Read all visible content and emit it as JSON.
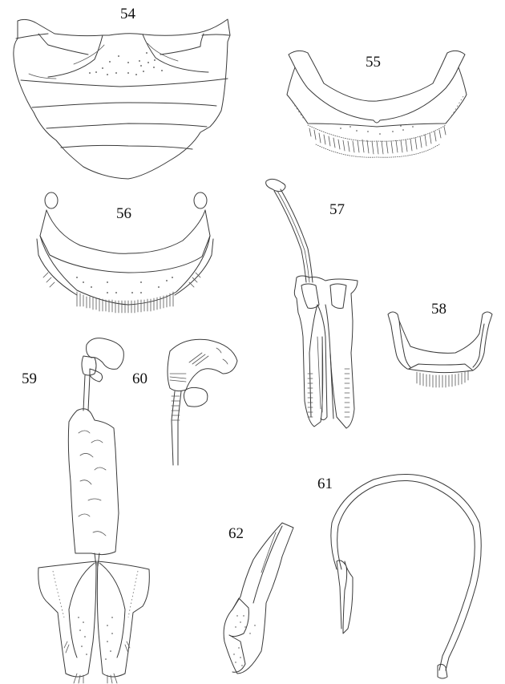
{
  "plate": {
    "figures": [
      {
        "id": "54",
        "label": "54",
        "subject": "abdominal sternites (ventral view)"
      },
      {
        "id": "55",
        "label": "55",
        "subject": "sternite with setal fringe"
      },
      {
        "id": "56",
        "label": "56",
        "subject": "sternite with setal fringe"
      },
      {
        "id": "57",
        "label": "57",
        "subject": "aedeagus with elongate apodeme"
      },
      {
        "id": "58",
        "label": "58",
        "subject": "sternite, U-shaped"
      },
      {
        "id": "59",
        "label": "59",
        "subject": "female genitalia with spermatheca"
      },
      {
        "id": "60",
        "label": "60",
        "subject": "spermatheca"
      },
      {
        "id": "61",
        "label": "61",
        "subject": "curved flagellum / duct"
      },
      {
        "id": "62",
        "label": "62",
        "subject": "sclerite, lateral view"
      }
    ]
  },
  "colors": {
    "background": "#ffffff",
    "line": "#3a3a3a",
    "text": "#111111"
  }
}
